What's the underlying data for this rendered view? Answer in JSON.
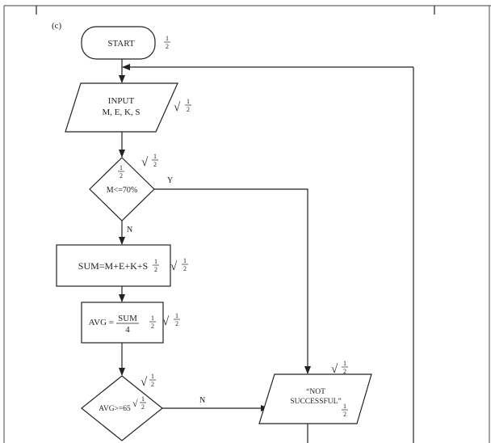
{
  "part_label": "(c)",
  "fraction": {
    "num": "1",
    "den": "2"
  },
  "check": "√",
  "nodes": {
    "start": "START",
    "input_line1": "INPUT",
    "input_line2": "M, E, K, S",
    "decision1": "M<=70%",
    "sum": "SUM=M+E+K+S",
    "avg_lhs": "AVG =",
    "avg_num": "SUM",
    "avg_den": "4",
    "decision2": "AVG>=65",
    "output_line1": "“NOT",
    "output_line2": "SUCCESSFUL”"
  },
  "edges": {
    "yes": "Y",
    "no1": "N",
    "no2": "N"
  }
}
